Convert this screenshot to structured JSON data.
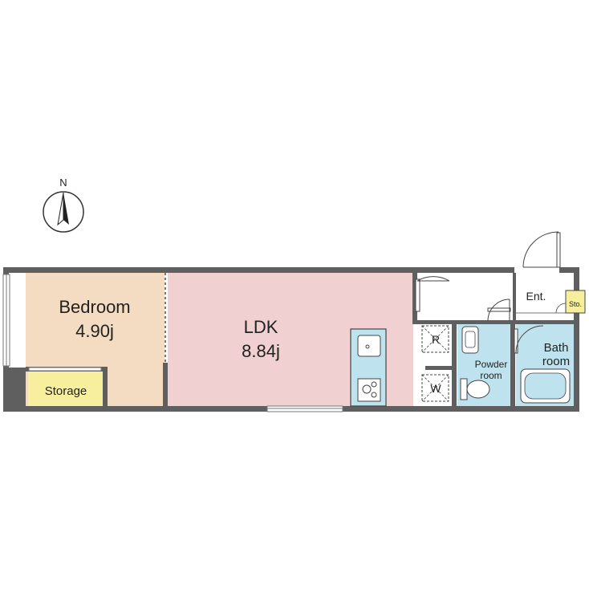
{
  "compass": {
    "label": "N"
  },
  "rooms": {
    "bedroom": {
      "name": "Bedroom",
      "size": "4.90j"
    },
    "storage": {
      "name": "Storage"
    },
    "ldk": {
      "name": "LDK",
      "size": "8.84j"
    },
    "refrigerator": {
      "label": "R"
    },
    "washer": {
      "label": "W"
    },
    "powder_room": {
      "line1": "Powder",
      "line2": "room"
    },
    "bath_room": {
      "line1": "Bath",
      "line2": "room"
    },
    "entrance": {
      "label": "Ent."
    },
    "entrance_storage": {
      "label": "Sto."
    }
  },
  "colors": {
    "wall": "#5f5f5f",
    "bedroom": "#f4dcc2",
    "storage": "#f7ef9e",
    "ldk": "#f0d0d0",
    "wet_area": "#bfe3ee",
    "white_area": "#ffffff"
  }
}
